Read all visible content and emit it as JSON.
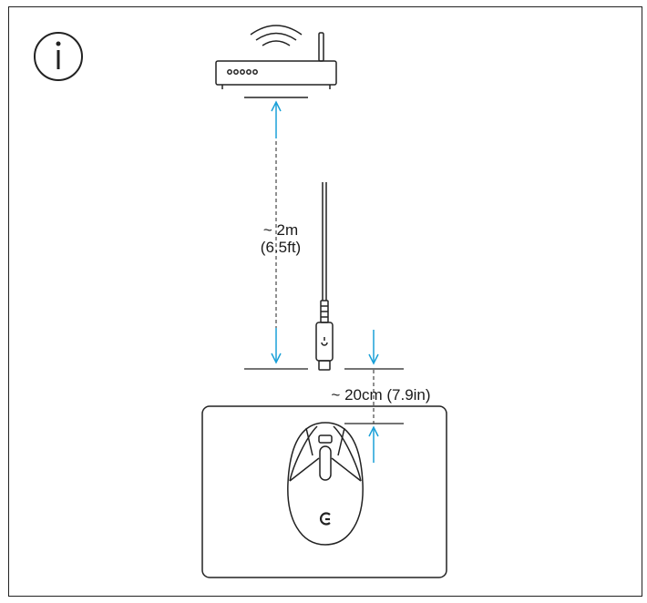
{
  "distance_router": {
    "line1": "~ 2m",
    "line2": "(6.5ft)"
  },
  "distance_receiver": {
    "text": "~ 20cm  (7.9in)"
  },
  "colors": {
    "arrow": "#1aa0d8",
    "stroke": "#222222"
  },
  "icons": [
    "info-icon",
    "wifi-router-icon",
    "usb-receiver-icon",
    "mouse-icon",
    "mousepad"
  ]
}
